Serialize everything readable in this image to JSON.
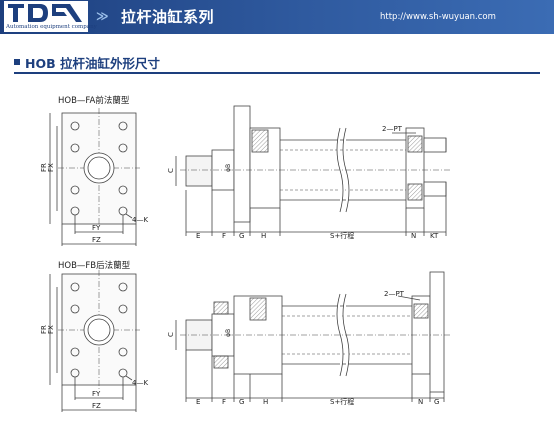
{
  "header": {
    "logo_sub": "Automation equipment company",
    "title": "拉杆油缸系列",
    "url": "http://www.sh-wuyuan.com",
    "arrows": "≫"
  },
  "section": {
    "title": "HOB 拉杆油缸外形尺寸"
  },
  "diagram1": {
    "label": "HOB—FA前法蘭型",
    "dim_FR": "FR",
    "dim_FX": "FX",
    "dim_FY": "FY",
    "dim_FZ": "FZ",
    "dim_4K": "4—K",
    "dim_C": "C",
    "dim_phiB": "φB",
    "dim_2PT": "2—PT",
    "dim_E": "E",
    "dim_F": "F",
    "dim_G": "G",
    "dim_H": "H",
    "dim_S": "S+行程",
    "dim_N": "N",
    "dim_KT": "KT"
  },
  "diagram2": {
    "label": "HOB—FB后法蘭型",
    "dim_FR": "FR",
    "dim_FX": "FX",
    "dim_FY": "FY",
    "dim_FZ": "FZ",
    "dim_4K": "4—K",
    "dim_C": "C",
    "dim_phiB": "φB",
    "dim_2PT": "2—PT",
    "dim_E": "E",
    "dim_F": "F",
    "dim_G": "G",
    "dim_H": "H",
    "dim_S": "S+行程",
    "dim_N": "N",
    "dim_G2": "G"
  }
}
